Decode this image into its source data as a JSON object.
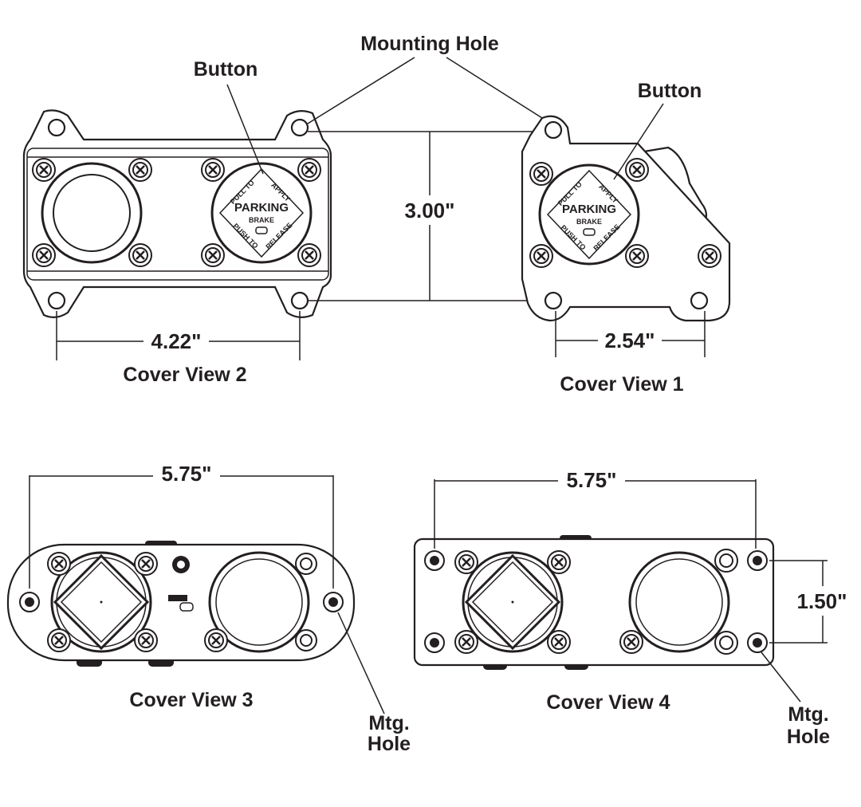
{
  "labels": {
    "mounting_hole": "Mounting Hole",
    "button_left": "Button",
    "button_right": "Button",
    "cover_view_1": "Cover View 1",
    "cover_view_2": "Cover View 2",
    "cover_view_3": "Cover View 3",
    "cover_view_4": "Cover View 4",
    "mtg_hole_3_line1": "Mtg.",
    "mtg_hole_3_line2": "Hole",
    "mtg_hole_4_line1": "Mtg.",
    "mtg_hole_4_line2": "Hole"
  },
  "dimensions": {
    "height_views_1_2": "3.00\"",
    "width_view_2": "4.22\"",
    "width_view_1": "2.54\"",
    "width_view_3": "5.75\"",
    "width_view_4": "5.75\"",
    "height_view_4": "1.50\""
  },
  "knob_text": {
    "main": "PARKING",
    "sub": "BRAKE",
    "pull": "PULL TO",
    "apply": "APPLY",
    "push": "PUSH TO",
    "release": "RELEASE"
  }
}
